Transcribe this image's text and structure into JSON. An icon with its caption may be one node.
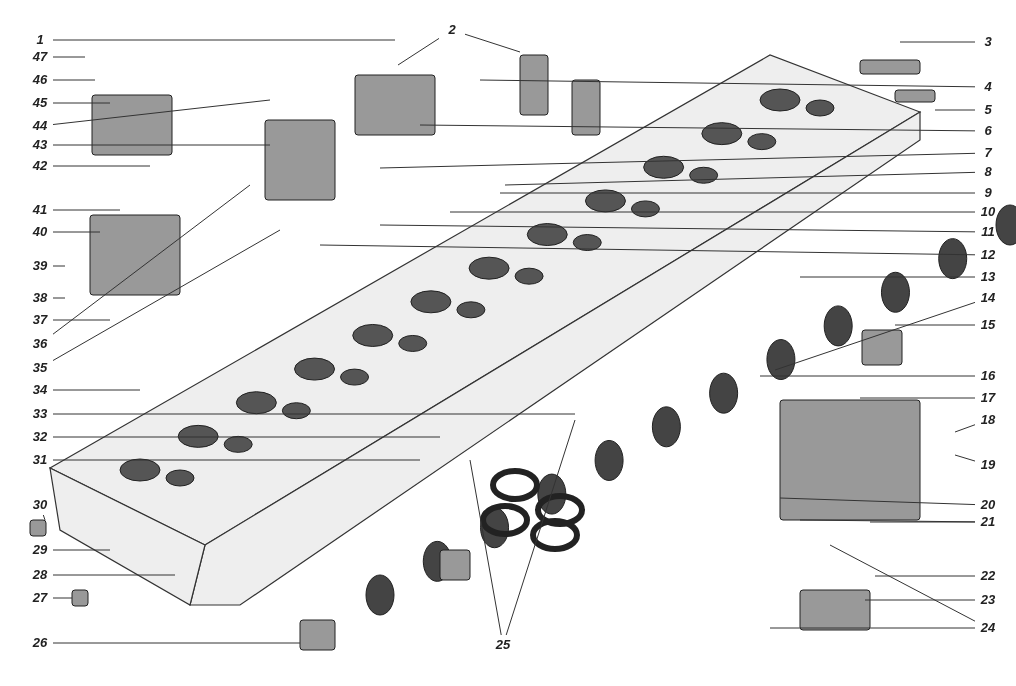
{
  "diagram": {
    "nodes": [
      {
        "text": [
          "1"
        ]
      },
      {
        "text": [
          "2"
        ]
      },
      {
        "text": [
          "3"
        ]
      },
      {
        "text": [
          "4"
        ]
      },
      {
        "text": [
          "5"
        ]
      },
      {
        "text": [
          "6"
        ]
      },
      {
        "text": [
          "7"
        ]
      },
      {
        "text": [
          "8"
        ]
      },
      {
        "text": [
          "9"
        ]
      },
      {
        "text": [
          "10"
        ]
      },
      {
        "text": [
          "11"
        ]
      },
      {
        "text": [
          "12"
        ]
      },
      {
        "text": [
          "13"
        ]
      },
      {
        "text": [
          "14"
        ]
      },
      {
        "text": [
          "15"
        ]
      },
      {
        "text": [
          "16"
        ]
      },
      {
        "text": [
          "17"
        ]
      },
      {
        "text": [
          "18"
        ]
      },
      {
        "text": [
          "19"
        ]
      },
      {
        "text": [
          "20"
        ]
      },
      {
        "text": [
          "21"
        ]
      },
      {
        "text": [
          "22"
        ]
      },
      {
        "text": [
          "23"
        ]
      },
      {
        "text": [
          "24"
        ]
      },
      {
        "text": [
          "25"
        ]
      },
      {
        "text": [
          "26"
        ]
      },
      {
        "text": [
          "27"
        ]
      },
      {
        "text": [
          "28"
        ]
      },
      {
        "text": [
          "29"
        ]
      },
      {
        "text": [
          "30"
        ]
      },
      {
        "text": [
          "31"
        ]
      },
      {
        "text": [
          "32"
        ]
      },
      {
        "text": [
          "33"
        ]
      },
      {
        "text": [
          "34"
        ]
      },
      {
        "text": [
          "35"
        ]
      },
      {
        "text": [
          "36"
        ]
      },
      {
        "text": [
          "37"
        ]
      },
      {
        "text": [
          "38"
        ]
      },
      {
        "text": [
          "39"
        ]
      },
      {
        "text": [
          "40"
        ]
      },
      {
        "text": [
          "41"
        ]
      },
      {
        "text": [
          "42"
        ]
      },
      {
        "text": [
          "43"
        ]
      },
      {
        "text": [
          "44"
        ]
      },
      {
        "text": [
          "45"
        ]
      },
      {
        "text": [
          "46"
        ]
      },
      {
        "text": [
          "47"
        ]
      }
    ],
    "edges": [
      {
        "from": 0,
        "to": null,
        "arrow": "none"
      },
      {
        "from": 1,
        "to": null,
        "arrow": "none"
      },
      {
        "from": 1,
        "to": null,
        "arrow": "none"
      },
      {
        "from": 2,
        "to": null,
        "arrow": "none"
      },
      {
        "from": 3,
        "to": null,
        "arrow": "none"
      },
      {
        "from": 4,
        "to": null,
        "arrow": "none"
      },
      {
        "from": 5,
        "to": null,
        "arrow": "none"
      },
      {
        "from": 6,
        "to": null,
        "arrow": "none"
      },
      {
        "from": 7,
        "to": null,
        "arrow": "none"
      },
      {
        "from": 8,
        "to": null,
        "arrow": "none"
      },
      {
        "from": 9,
        "to": null,
        "arrow": "none"
      },
      {
        "from": 10,
        "to": null,
        "arrow": "none"
      },
      {
        "from": 11,
        "to": null,
        "arrow": "none"
      },
      {
        "from": 12,
        "to": null,
        "arrow": "none"
      },
      {
        "from": 13,
        "to": null,
        "arrow": "none"
      },
      {
        "from": 14,
        "to": null,
        "arrow": "none"
      },
      {
        "from": 15,
        "to": null,
        "arrow": "none"
      },
      {
        "from": 16,
        "to": null,
        "arrow": "none"
      },
      {
        "from": 17,
        "to": null,
        "arrow": "none"
      },
      {
        "from": 18,
        "to": null,
        "arrow": "none"
      },
      {
        "from": 19,
        "to": null,
        "arrow": "none"
      },
      {
        "from": 20,
        "to": null,
        "arrow": "none"
      },
      {
        "from": 20,
        "to": null,
        "arrow": "none"
      },
      {
        "from": 21,
        "to": null,
        "arrow": "none"
      },
      {
        "from": 22,
        "to": null,
        "arrow": "none"
      },
      {
        "from": 23,
        "to": null,
        "arrow": "none"
      },
      {
        "from": 23,
        "to": null,
        "arrow": "none"
      },
      {
        "from": 24,
        "to": null,
        "arrow": "none"
      },
      {
        "from": 24,
        "to": null,
        "arrow": "none"
      },
      {
        "from": 25,
        "to": null,
        "arrow": "none"
      },
      {
        "from": 26,
        "to": null,
        "arrow": "none"
      },
      {
        "from": 27,
        "to": null,
        "arrow": "none"
      },
      {
        "from": 28,
        "to": null,
        "arrow": "none"
      },
      {
        "from": 29,
        "to": null,
        "arrow": "none"
      },
      {
        "from": 30,
        "to": null,
        "arrow": "none"
      },
      {
        "from": 31,
        "to": null,
        "arrow": "none"
      },
      {
        "from": 32,
        "to": null,
        "arrow": "none"
      },
      {
        "from": 33,
        "to": null,
        "arrow": "none"
      },
      {
        "from": 34,
        "to": null,
        "arrow": "none"
      },
      {
        "from": 35,
        "to": null,
        "arrow": "none"
      },
      {
        "from": 36,
        "to": null,
        "arrow": "none"
      },
      {
        "from": 37,
        "to": null,
        "arrow": "none"
      },
      {
        "from": 38,
        "to": null,
        "arrow": "none"
      },
      {
        "from": 39,
        "to": null,
        "arrow": "none"
      },
      {
        "from": 40,
        "to": null,
        "arrow": "none"
      },
      {
        "from": 41,
        "to": null,
        "arrow": "none"
      },
      {
        "from": 42,
        "to": null,
        "arrow": "none"
      },
      {
        "from": 43,
        "to": null,
        "arrow": "none"
      },
      {
        "from": 44,
        "to": null,
        "arrow": "none"
      },
      {
        "from": 45,
        "to": null,
        "arrow": "none"
      },
      {
        "from": 46,
        "to": null,
        "arrow": "none"
      }
    ]
  }
}
